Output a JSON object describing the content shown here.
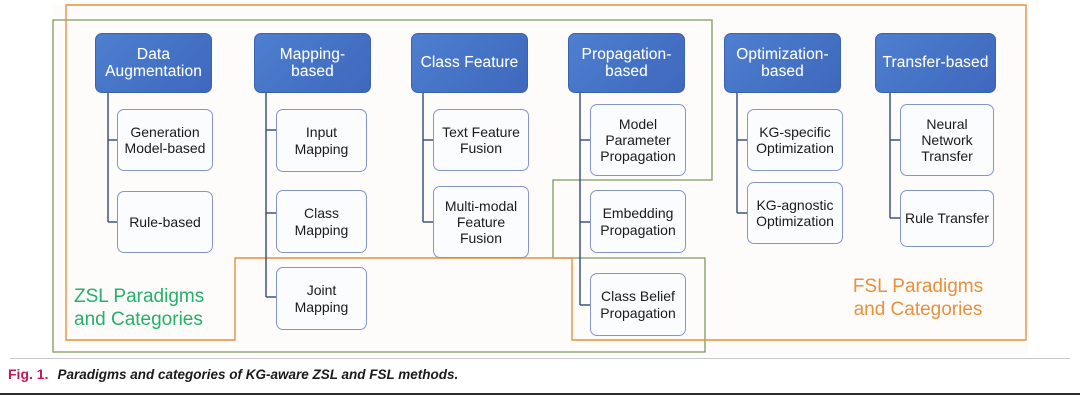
{
  "figure": {
    "caption_number": "Fig. 1.",
    "caption_text": "Paradigms and categories of KG-aware ZSL and FSL methods.",
    "colors": {
      "header_blue": "#4472C4",
      "child_border": "#8496C8",
      "zsl_green": "#25B06A",
      "fsl_orange": "#E8903A",
      "fig_no_red": "#C2185B"
    }
  },
  "regions": {
    "zsl": {
      "label": "ZSL Paradigms\nand Categories",
      "color": "#25B06A"
    },
    "fsl": {
      "label": "FSL Paradigms\nand Categories",
      "color": "#E8903A"
    }
  },
  "columns": [
    {
      "id": "data-augmentation",
      "head": "Data\nAugmentation",
      "children": [
        "Generation\nModel-based",
        "Rule-based"
      ]
    },
    {
      "id": "mapping-based",
      "head": "Mapping-\nbased",
      "children": [
        "Input\nMapping",
        "Class\nMapping",
        "Joint\nMapping"
      ]
    },
    {
      "id": "class-feature",
      "head": "Class Feature",
      "children": [
        "Text Feature\nFusion",
        "Multi-modal\nFeature\nFusion"
      ]
    },
    {
      "id": "propagation-based",
      "head": "Propagation-\nbased",
      "children": [
        "Model\nParameter\nPropagation",
        "Embedding\nPropagation",
        "Class Belief\nPropagation"
      ]
    },
    {
      "id": "optimization-based",
      "head": "Optimization-\nbased",
      "children": [
        "KG-specific\nOptimization",
        "KG-agnostic\nOptimization"
      ]
    },
    {
      "id": "transfer-based",
      "head": "Transfer-based",
      "children": [
        "Neural\nNetwork\nTransfer",
        "Rule Transfer"
      ]
    }
  ]
}
